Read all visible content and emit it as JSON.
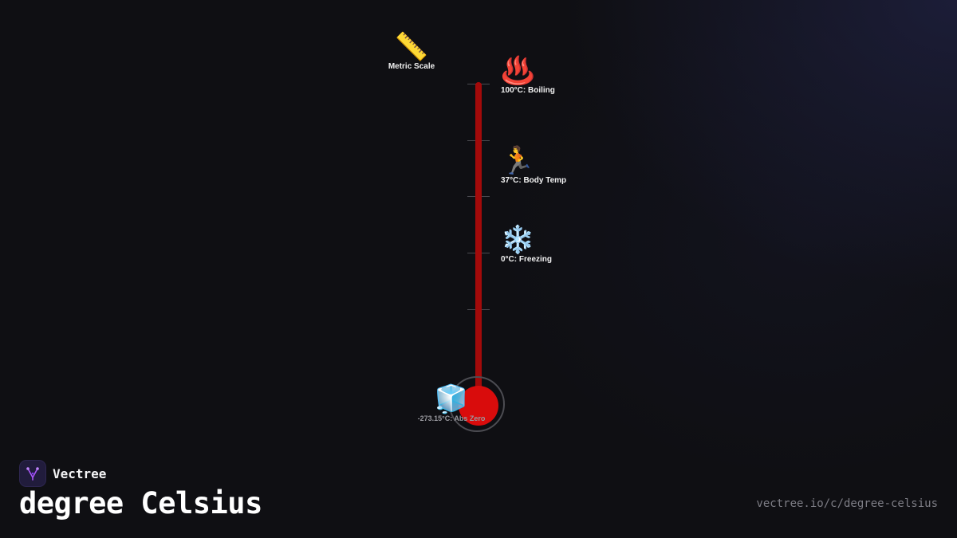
{
  "brand": {
    "name": "Vectree",
    "accent": "#a855f7"
  },
  "title": "degree Celsius",
  "url": "vectree.io/c/degree-celsius",
  "thermometer": {
    "tube_color": "#a30a0a",
    "bulb_color": "#d90c0c"
  },
  "markers": {
    "scale": {
      "icon": "ruler-icon",
      "glyph": "📏",
      "label": "Metric Scale"
    },
    "boiling": {
      "icon": "hot-springs-icon",
      "glyph": "♨️",
      "label": "100°C: Boiling"
    },
    "body": {
      "icon": "runner-icon",
      "glyph": "🏃",
      "label": "37°C: Body Temp"
    },
    "freezing": {
      "icon": "snowflake-icon",
      "glyph": "❄️",
      "label": "0°C: Freezing"
    },
    "abs_zero": {
      "icon": "ice-cube-icon",
      "glyph": "🧊",
      "label": "-273.15°C: Abs Zero"
    }
  }
}
